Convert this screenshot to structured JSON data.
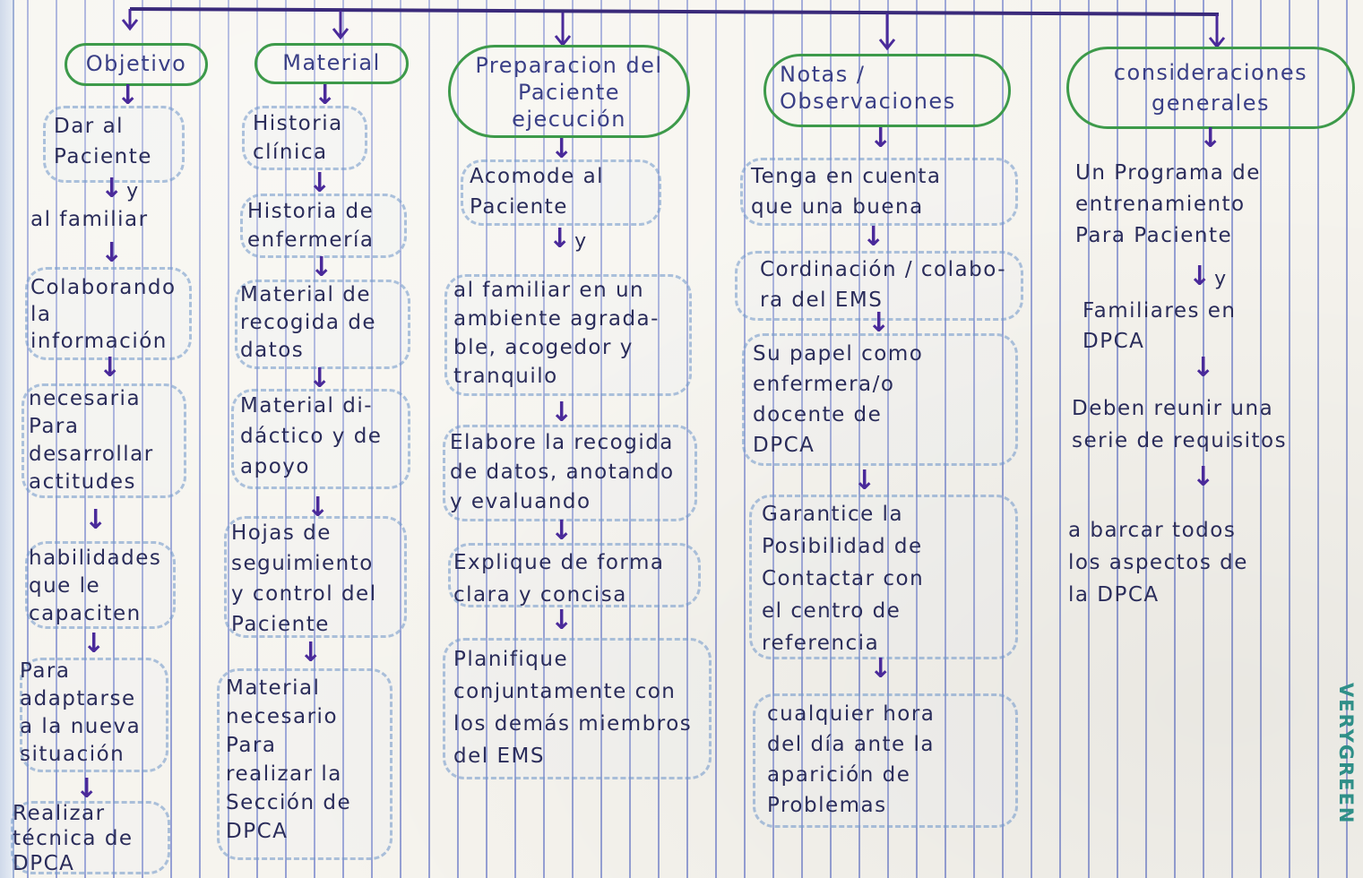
{
  "columns": [
    {
      "header": "Objetivo",
      "items": [
        "Dar al\nPaciente",
        "al familiar",
        "Colaborando\nla\ninformación",
        "necesaria\nPara\ndesarrollar\nactitudes",
        "habilidades\nque le\ncapaciten",
        "Para\nadaptarse\na la nueva\nsituación",
        "Realizar\ntécnica de\nDPCA"
      ]
    },
    {
      "header": "Material",
      "items": [
        "Historia\nclínica",
        "Historia de\nenfermería",
        "Material de\nrecogida de\ndatos",
        "Material di-\ndáctico y de\napoyo",
        "Hojas de\nseguimiento\ny control del\nPaciente",
        "Material\nnecesario\nPara\nrealizar la\nSección de\nDPCA"
      ]
    },
    {
      "header": "Preparacion del\nPaciente\nejecución",
      "items": [
        "Acomode al\nPaciente",
        "al familiar en un\nambiente agrada-\nble, acogedor y\ntranquilo",
        "Elabore la recogida\nde datos, anotando\ny evaluando",
        "Explique de forma\nclara y concisa",
        "Planifique\nconjuntamente con\nlos demás miembros\ndel EMS"
      ]
    },
    {
      "header": "Notas /\nObservaciones",
      "items": [
        "Tenga en cuenta\nque una buena",
        "Cordinación / colabo-\nra del EMS",
        "Su papel como\nenfermera/o\ndocente de\nDPCA",
        "Garantice la\nPosibilidad de\nContactar con\nel centro de\nreferencia",
        "cualquier hora\ndel día ante la\naparición de\nProblemas"
      ]
    },
    {
      "header": "consideraciones\ngenerales",
      "items": [
        "Un Programa de\nentrenamiento\nPara Paciente",
        "Familiares en\nDPCA",
        "Deben reunir una\nserie de requisitos",
        "a barcar todos\nlos aspectos de\nla DPCA"
      ]
    }
  ],
  "connector_y": "y",
  "brand": "VERYGREEN",
  "colors": {
    "ink": "#2a2c5a",
    "arrows": "#4a2a9a",
    "header_border": "#3d9a4a",
    "rules": "#4a5ab8"
  }
}
